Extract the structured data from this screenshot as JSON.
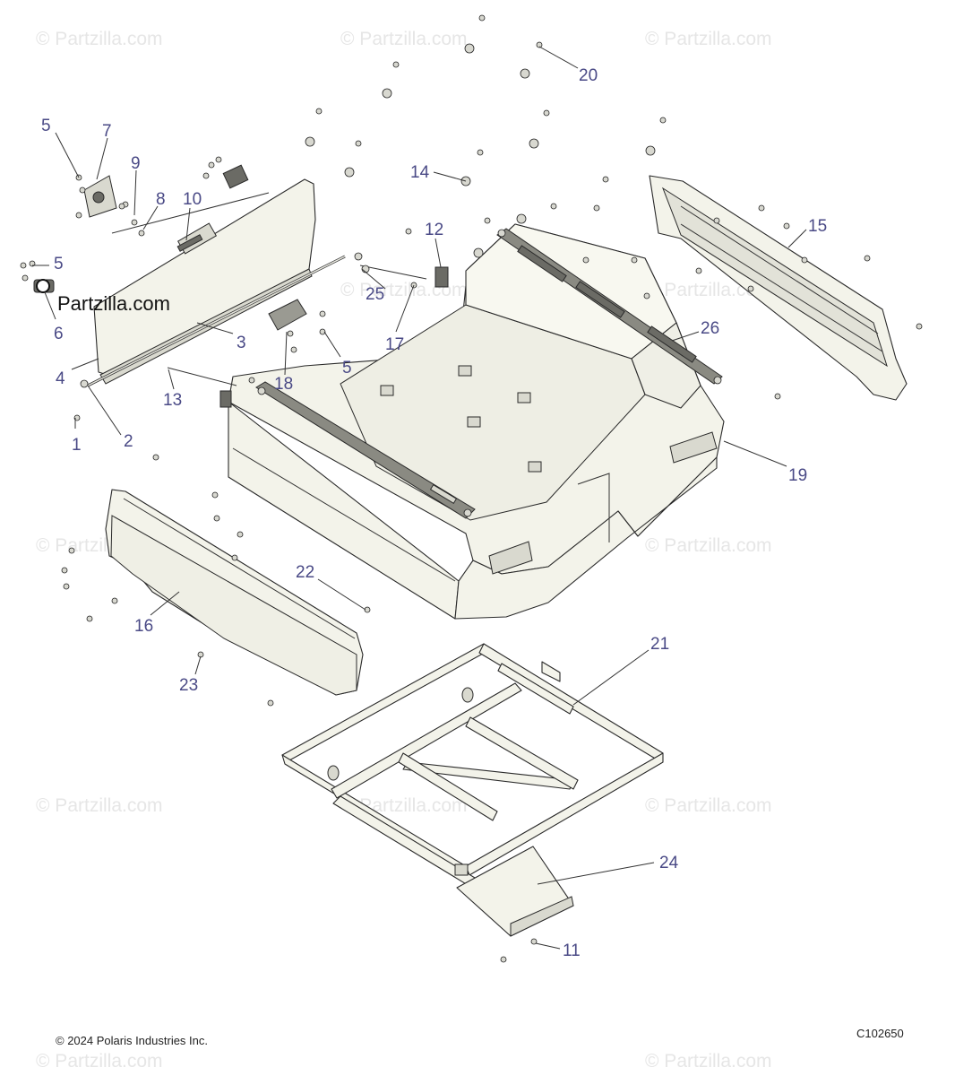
{
  "diagram": {
    "watermark_text": "© Partzilla.com",
    "logo_text": "Partzilla.com",
    "copyright": "© 2024 Polaris Industries Inc.",
    "diagram_code": "C102650",
    "callouts": [
      {
        "id": "1",
        "label": "1"
      },
      {
        "id": "2",
        "label": "2"
      },
      {
        "id": "3",
        "label": "3"
      },
      {
        "id": "4",
        "label": "4"
      },
      {
        "id": "5a",
        "label": "5"
      },
      {
        "id": "5b",
        "label": "5"
      },
      {
        "id": "5c",
        "label": "5"
      },
      {
        "id": "6",
        "label": "6"
      },
      {
        "id": "7",
        "label": "7"
      },
      {
        "id": "8",
        "label": "8"
      },
      {
        "id": "9",
        "label": "9"
      },
      {
        "id": "10",
        "label": "10"
      },
      {
        "id": "11",
        "label": "11"
      },
      {
        "id": "12",
        "label": "12"
      },
      {
        "id": "13",
        "label": "13"
      },
      {
        "id": "14",
        "label": "14"
      },
      {
        "id": "15",
        "label": "15"
      },
      {
        "id": "16",
        "label": "16"
      },
      {
        "id": "17",
        "label": "17"
      },
      {
        "id": "18",
        "label": "18"
      },
      {
        "id": "19",
        "label": "19"
      },
      {
        "id": "20",
        "label": "20"
      },
      {
        "id": "21",
        "label": "21"
      },
      {
        "id": "22",
        "label": "22"
      },
      {
        "id": "23",
        "label": "23"
      },
      {
        "id": "24",
        "label": "24"
      },
      {
        "id": "25",
        "label": "25"
      },
      {
        "id": "26",
        "label": "26"
      }
    ]
  }
}
